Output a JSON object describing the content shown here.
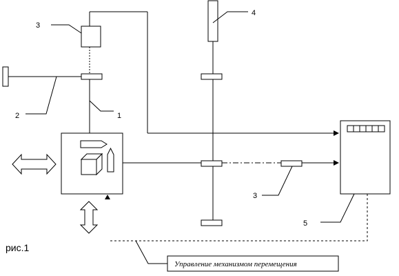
{
  "labels": {
    "label_1": "1",
    "label_2": "2",
    "label_3_top": "3",
    "label_3_bottom": "3",
    "label_4": "4",
    "label_5": "5"
  },
  "figure_label": "рис.1",
  "caption": "Управление механизмом перемещения"
}
